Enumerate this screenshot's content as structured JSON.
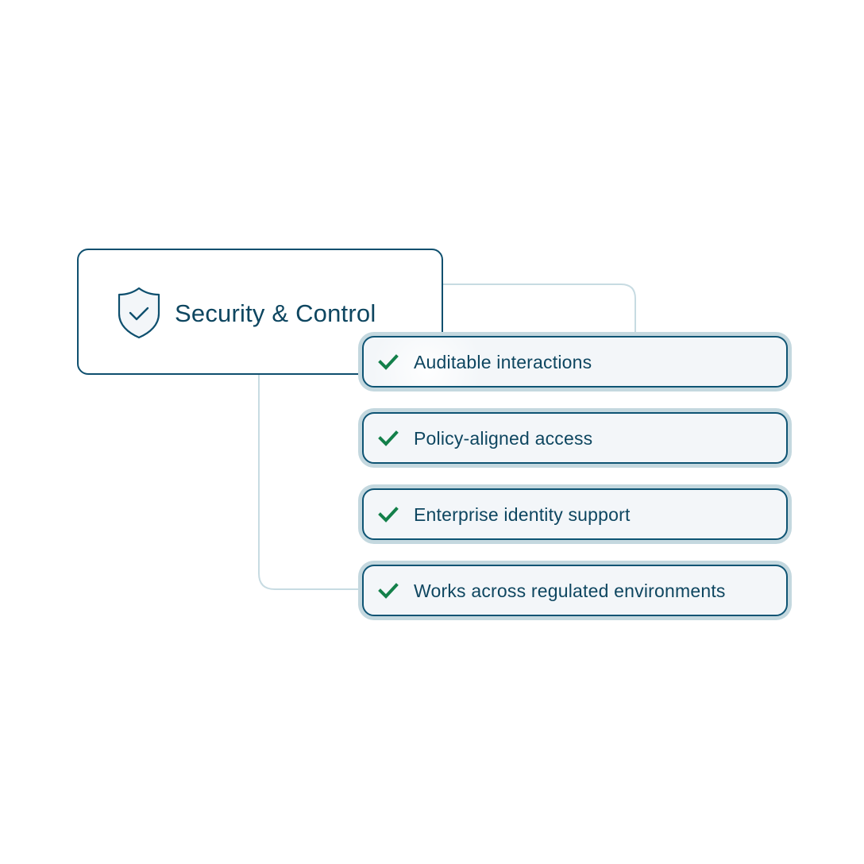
{
  "header": {
    "title": "Security & Control",
    "icon": "shield-check-icon"
  },
  "items": [
    {
      "label": "Auditable interactions",
      "icon": "checkmark-icon"
    },
    {
      "label": "Policy-aligned access",
      "icon": "checkmark-icon"
    },
    {
      "label": "Enterprise identity support",
      "icon": "checkmark-icon"
    },
    {
      "label": "Works across regulated environments",
      "icon": "checkmark-icon"
    }
  ],
  "colors": {
    "primary_border": "#0e4f6e",
    "text": "#0e4660",
    "check": "#13804a",
    "item_halo": "#c4d8df",
    "item_fill": "#f3f6f9",
    "connector": "#c7dbe2"
  }
}
